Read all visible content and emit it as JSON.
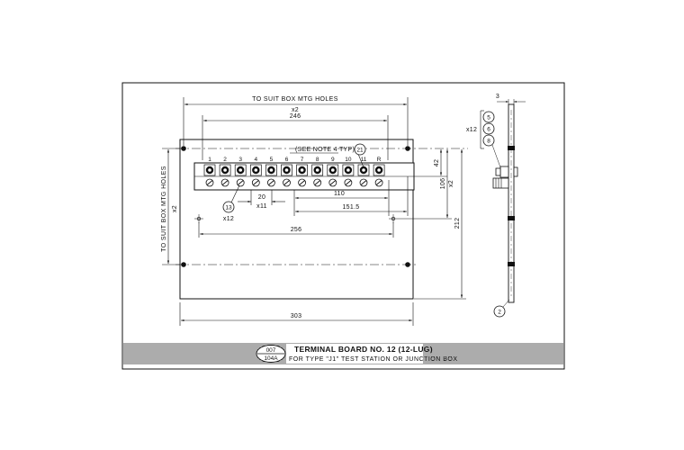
{
  "drawing": {
    "title": "TERMINAL BOARD NO. 12 (12-LUG)",
    "subtitle": "FOR TYPE \"J1\" TEST STATION OR JUNCTION BOX",
    "code_top": "007",
    "code_bottom": "104A"
  },
  "dimensions": {
    "holes_width_label": "TO SUIT BOX MTG HOLES",
    "holes_width_mult": "x2",
    "width_246": "246",
    "width_256": "256",
    "width_303": "303",
    "holes_height_label": "TO SUIT BOX MTG HOLES",
    "holes_height_mult": "x2",
    "height_42": "42",
    "height_106": "106",
    "height_106_mult": "x2",
    "height_212": "212",
    "spacing_20": "20",
    "spacing_mult": "x11",
    "spacing_110": "110",
    "spacing_151": "151.5",
    "thickness_3": "3"
  },
  "notes": {
    "see_note": "(SEE NOTE 4 TYP)",
    "callout_21": "21",
    "callout_13": "13",
    "callout_13_mult": "x12",
    "callout_2": "2",
    "side_callouts": [
      "5",
      "6",
      "8"
    ],
    "side_mult": "x12"
  },
  "terminals": [
    "1",
    "2",
    "3",
    "4",
    "5",
    "6",
    "7",
    "8",
    "9",
    "10",
    "11",
    "R"
  ]
}
